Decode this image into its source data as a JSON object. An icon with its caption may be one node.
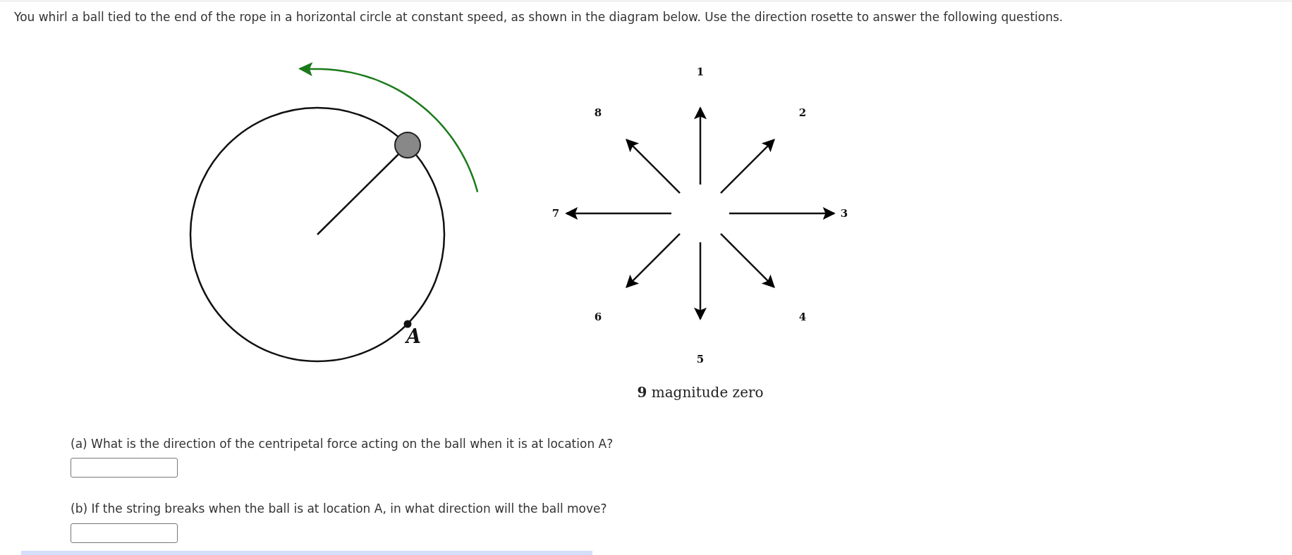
{
  "diagram": {
    "labels": [
      "You whirl a ball tied to the end of the rope in a horizontal circle at constant speed, as shown in the diagram below. Use the direction rosette to answer the following questions.",
      "1",
      "8",
      "2",
      "7",
      "3",
      "6",
      "4",
      "A",
      "5",
      "**9** magnitude zero",
      "(a) What is the direction of the centripetal force acting on the ball when it is at location A?",
      "(b) If the string breaks when the ball is at location A, in what direction will the ball move?"
    ]
  }
}
